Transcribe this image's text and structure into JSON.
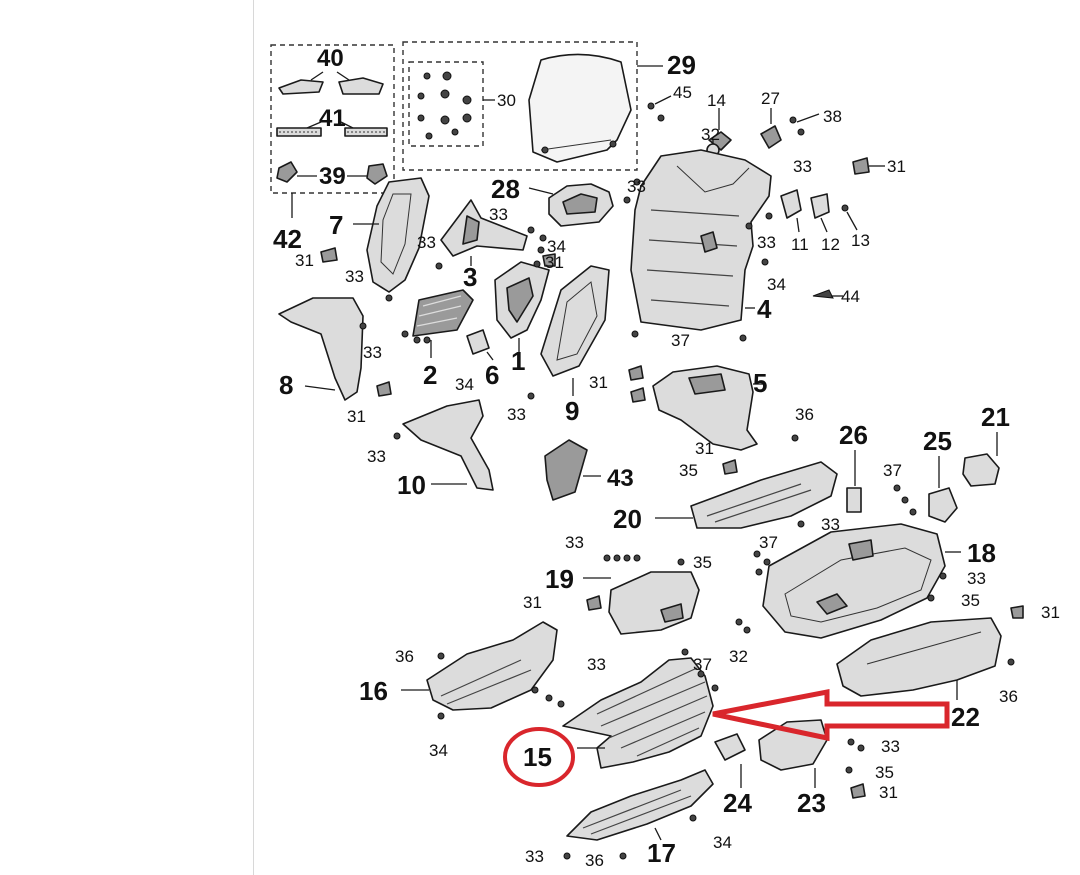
{
  "diagram": {
    "callouts": {
      "c40": "40",
      "c30": "30",
      "c41": "41",
      "c39": "39",
      "c42": "42",
      "c29": "29",
      "c45": "45",
      "c14": "14",
      "c27": "27",
      "c38": "38",
      "c32a": "32",
      "c33a": "33",
      "c33b": "33",
      "c31a": "31",
      "c28": "28",
      "c33c": "33",
      "c7": "7",
      "c33d": "33",
      "c34a": "34",
      "c31b": "31",
      "c3": "3",
      "c31c": "31",
      "c33e": "33",
      "c11": "11",
      "c12": "12",
      "c13": "13",
      "c34b": "34",
      "c4": "4",
      "c44": "44",
      "c8": "8",
      "c33f": "33",
      "c2": "2",
      "c34c": "34",
      "c6": "6",
      "c1": "1",
      "c37a": "37",
      "c31d": "31",
      "c5": "5",
      "c31e": "31",
      "c33g": "33",
      "c9": "9",
      "c33h": "33",
      "c10": "10",
      "c36a": "36",
      "c26": "26",
      "c25": "25",
      "c21": "21",
      "c31f": "31",
      "c35a": "35",
      "c43": "43",
      "c37b": "37",
      "c20": "20",
      "c33i": "33",
      "c33j": "33",
      "c37c": "37",
      "c18": "18",
      "c33k": "33",
      "c35b": "35",
      "c19": "19",
      "c35c": "35",
      "c31g": "31",
      "c31h": "31",
      "c32b": "32",
      "c36b": "36",
      "c16": "16",
      "c33l": "33",
      "c37d": "37",
      "c22": "22",
      "c36c": "36",
      "c34d": "34",
      "c15": "15",
      "c33m": "33",
      "c35d": "35",
      "c24": "24",
      "c23": "23",
      "c31i": "31",
      "c17": "17",
      "c34e": "34",
      "c33n": "33",
      "c36d": "36",
      "c33o": "33"
    },
    "highlight_color": "#d9262c",
    "highlighted_part": "15"
  }
}
